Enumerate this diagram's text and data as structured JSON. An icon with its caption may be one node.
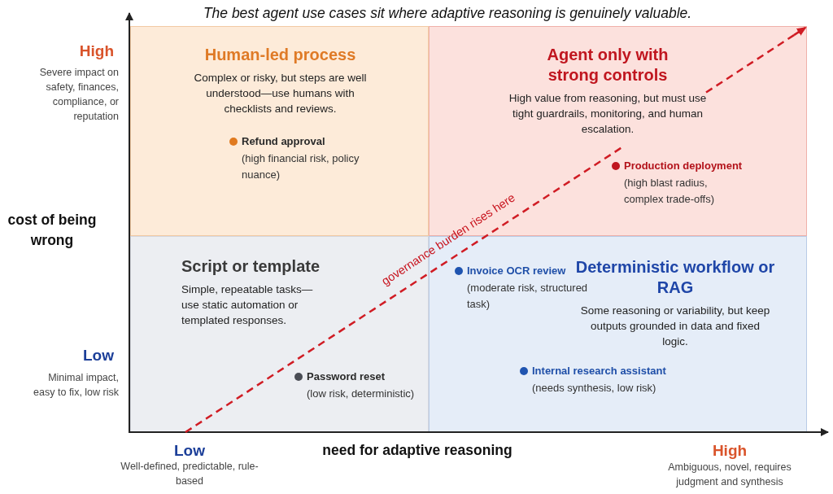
{
  "diagram": {
    "title": "The best agent use cases sit where adaptive reasoning is genuinely valuable.",
    "nodes": [
      {
        "text": [
          "Human-led process",
          "Complex or risky, but steps are well understood—use humans with checklists and reviews."
        ]
      },
      {
        "text": [
          "Refund approval",
          "(high financial risk, policy nuance)"
        ],
        "in": 0
      },
      {
        "text": [
          "Agent only with strong controls",
          "High value from reasoning, but must use tight guardrails, monitoring, and human escalation."
        ]
      },
      {
        "text": [
          "Production deployment",
          "(high blast radius, complex trade-offs)"
        ],
        "in": 2
      },
      {
        "text": [
          "Script or template",
          "Simple, repeatable tasks—use static automation or templated responses."
        ]
      },
      {
        "text": [
          "Password reset",
          "(low risk, deterministic)"
        ],
        "in": 4
      },
      {
        "text": [
          "Deterministic workflow or RAG",
          "Some reasoning or variability, but keep outputs grounded in data and fixed logic."
        ]
      },
      {
        "text": [
          "Invoice OCR review",
          "(moderate risk, structured task)"
        ],
        "in": 6
      },
      {
        "text": [
          "Internal research assistant",
          "(needs synthesis, low risk)"
        ],
        "in": 6
      }
    ],
    "labels": [
      "High",
      "Severe impact on safety, finances, compliance, or reputation",
      "cost of being wrong",
      "Low",
      "Minimal impact, easy to fix, low risk",
      "Low",
      "Well-defined, predictable, rule-based",
      "need for adaptive reasoning",
      "High",
      "Ambiguous, novel, requires judgment and synthesis",
      "governance burden rises here"
    ]
  }
}
